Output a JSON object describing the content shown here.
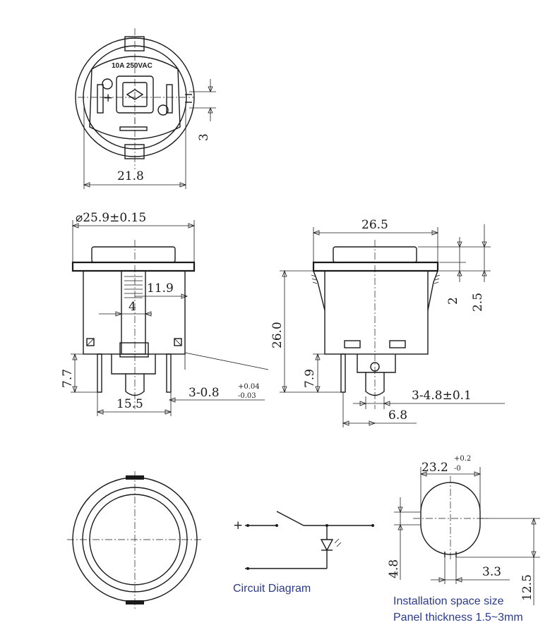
{
  "diagram": {
    "top_view": {
      "marking": "10A 250VAC",
      "pole_symbol": "+",
      "width_dim": "21.8",
      "offset_dim": "3"
    },
    "front_view": {
      "diameter_dim": "⌀25.9±0.15",
      "dim_11_9": "11.9",
      "dim_4": "4",
      "dim_7_7": "7.7",
      "dim_15_5": "15.5",
      "pin_dim": "3-0.8",
      "pin_tol_upper": "+0.04",
      "pin_tol_lower": "-0.03"
    },
    "side_view": {
      "width_dim": "26.5",
      "height_dim": "26.0",
      "dim_2": "2",
      "dim_2_5": "2.5",
      "dim_7_9": "7.9",
      "terminal_dim": "3-4.8±0.1",
      "dim_6_8": "6.8"
    },
    "circuit": {
      "plus": "+",
      "caption": "Circuit Diagram"
    },
    "panel_cutout": {
      "diameter_dim": "23.2",
      "tol_upper": "+0.2",
      "tol_lower": "-0",
      "dim_4_8": "4.8",
      "dim_3_3": "3.3",
      "dim_12_5": "12.5",
      "caption_1": "Installation space size",
      "caption_2": "Panel thickness 1.5~3mm"
    }
  }
}
